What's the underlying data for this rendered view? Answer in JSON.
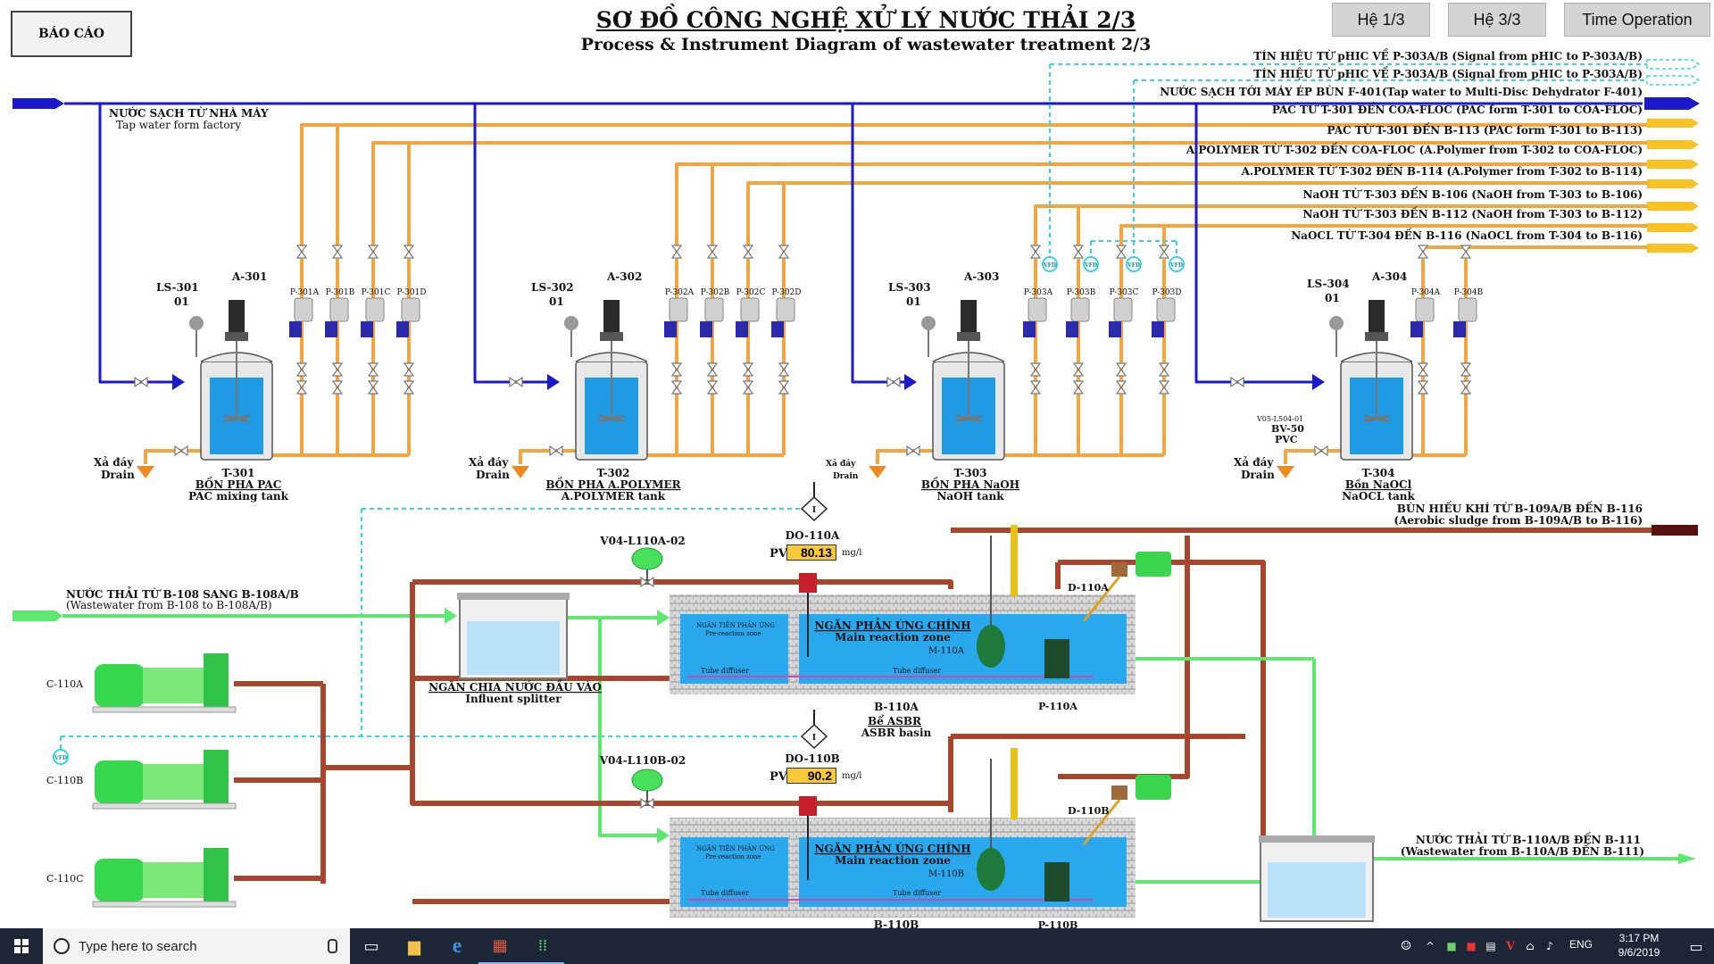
{
  "header": {
    "report_button": "BÁO CÁO",
    "title_vn": "SƠ ĐỒ CÔNG NGHỆ XỬ LÝ NƯỚC THẢI 2/3",
    "title_en": "Process & Instrument Diagram of wastewater treatment 2/3",
    "nav": [
      "Hệ 1/3",
      "Hệ 3/3",
      "Time Operation"
    ]
  },
  "colors": {
    "tap_water": "#1a1acc",
    "chemical": "#f2a640",
    "wastewater": "#5ee870",
    "sludge": "#c03535",
    "signal": "#34d6e6",
    "tank_water": "#1f9be6",
    "basin_water": "#2aa8ee",
    "pump_green": "#42e05a"
  },
  "top_lines": {
    "tap_water": "NƯỚC SẠCH TỪ NHÀ MÁY",
    "tap_water_en": "Tap water form factory",
    "right": [
      "TÍN HIỆU TỪ pHIC VỀ P-303A/B (Signal from pHIC to P-303A/B)",
      "TÍN HIỆU TỪ pHIC VỀ P-303A/B  (Signal from pHIC to P-303A/B)",
      "NƯỚC SẠCH TỚI MÁY ÉP BÙN F-401(Tap water to Multi-Disc Dehydrator F-401)",
      "PAC TỪ T-301 ĐẾN COA-FLOC (PAC form T-301 to COA-FLOC)",
      "PAC TỪ T-301 ĐẾN B-113 (PAC form T-301 to B-113)",
      "A.POLYMER TỪ T-302 ĐẾN COA-FLOC (A.Polymer from T-302 to COA-FLOC)",
      "A.POLYMER TỪ T-302 ĐẾN B-114 (A.Polymer from T-302 to B-114)",
      "NaOH TỪ T-303 ĐẾN B-106 (NaOH from T-303 to B-106)",
      "NaOH TỪ T-303 ĐẾN B-112 (NaOH from T-303 to B-112)",
      "NaOCL TỪ T-304 ĐẾN B-116 (NaOCL from T-304 to B-116)"
    ]
  },
  "tanks": [
    {
      "tag": "T-301",
      "name_vn": "BỒN PHA PAC",
      "name_en": "PAC mixing tank",
      "ls": "LS-301",
      "ls_no": "01",
      "agitator": "A-301",
      "pumps": [
        "P-301A",
        "P-301B",
        "P-301C",
        "P-301D"
      ],
      "drain_vn": "Xả đáy",
      "drain_en": "Drain"
    },
    {
      "tag": "T-302",
      "name_vn": "BỒN PHA A.POLYMER",
      "name_en": "A.POLYMER tank",
      "ls": "LS-302",
      "ls_no": "01",
      "agitator": "A-302",
      "pumps": [
        "P-302A",
        "P-302B",
        "P-302C",
        "P-302D"
      ],
      "drain_vn": "Xả đáy",
      "drain_en": "Drain"
    },
    {
      "tag": "T-303",
      "name_vn": "BỒN PHA NaOH",
      "name_en": "NaOH tank",
      "ls": "LS-303",
      "ls_no": "01",
      "agitator": "A-303",
      "pumps": [
        "P-303A",
        "P-303B",
        "P-303C",
        "P-303D"
      ],
      "drain_vn": "Xả đáy",
      "drain_en": "Drain"
    },
    {
      "tag": "T-304",
      "name_vn": "Bồn NaOCl",
      "name_en": "NaOCL tank",
      "ls": "LS-304",
      "ls_no": "01",
      "agitator": "A-304",
      "pumps": [
        "P-304A",
        "P-304B"
      ],
      "drain_vn": "Xả đáy",
      "drain_en": "Drain"
    }
  ],
  "t304_valve": {
    "tag": "V05-L504-01",
    "name": "BV-50",
    "material": "PVC"
  },
  "vfd_label": "VFD",
  "lower": {
    "influent_vn": "NƯỚC THẢI TỪ B-108 SANG B-108A/B",
    "influent_en": "(Wastewater from B-108 to B-108A/B)",
    "splitter_vn": "NGĂN CHIA NƯỚC ĐẦU VÀO",
    "splitter_en": "Influent splitter",
    "sludge_vn": "BÙN HIẾU KHÍ TỪ B-109A/B ĐẾN B-116",
    "sludge_en": "(Aerobic sludge from B-109A/B to B-116)",
    "effluent_vn": "NƯỚC THẢI TỪ B-110A/B ĐẾN B-111",
    "effluent_en": "(Wastewater from B-110A/B ĐẾN B-111)",
    "blowers": [
      "C-110A",
      "C-110B",
      "C-110C"
    ],
    "do_a": {
      "tag": "DO-110A",
      "pv_label": "PV",
      "value": "80.13",
      "unit": "mg/l",
      "valve": "V04-L110A-02"
    },
    "do_b": {
      "tag": "DO-110B",
      "pv_label": "PV",
      "value": "90.2",
      "unit": "mg/l",
      "valve": "V04-L110B-02"
    },
    "basin_a": {
      "pre_vn": "NGĂN TIỀN PHẢN ỨNG",
      "pre_en": "Pre-reaction zone",
      "main_vn": "NGĂN PHẢN ỨNG CHÍNH",
      "main_en": "Main reaction zone",
      "mixer": "M-110A",
      "diffuser": "Tube diffuser",
      "decanter": "D-110A",
      "pump": "P-110A",
      "tag": "B-110A",
      "name_vn": "Bể ASBR",
      "name_en": "ASBR basin"
    },
    "basin_b": {
      "pre_vn": "NGĂN TIỀN PHẢN ỨNG",
      "pre_en": "Pre-reaction zone",
      "main_vn": "NGĂN PHẢN ỨNG CHÍNH",
      "main_en": "Main reaction zone",
      "mixer": "M-110B",
      "diffuser": "Tube diffuser",
      "decanter": "D-110B",
      "pump": "P-110B",
      "tag": "B-110B"
    },
    "indicator_letter": "I"
  },
  "taskbar": {
    "search_placeholder": "Type here to search",
    "language": "ENG",
    "time": "3:17 PM",
    "date": "9/6/2019"
  }
}
